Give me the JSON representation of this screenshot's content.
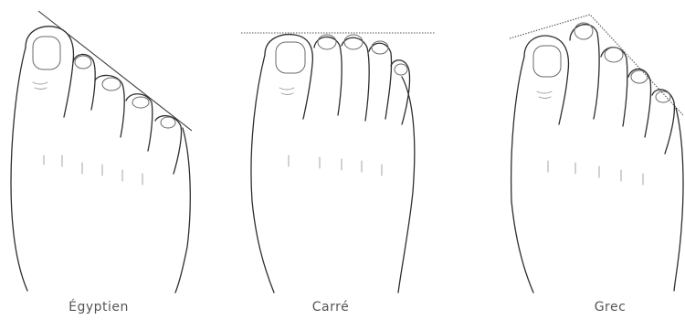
{
  "figure": {
    "panels": [
      {
        "label": "Égyptien"
      },
      {
        "label": "Carré"
      },
      {
        "label": "Grec"
      }
    ]
  }
}
